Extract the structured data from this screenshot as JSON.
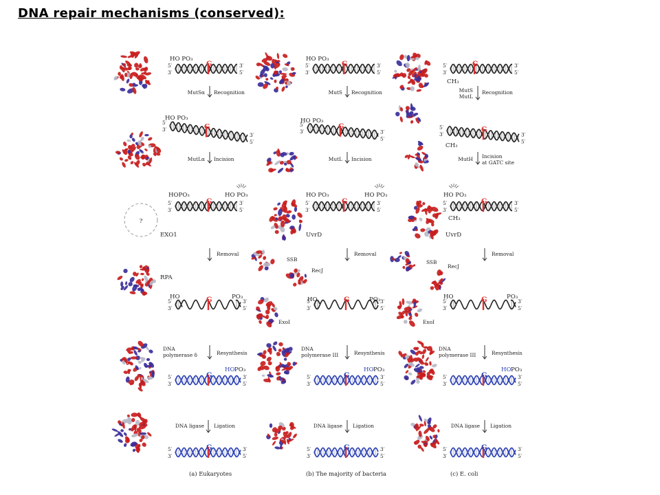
{
  "slide": {
    "title": "DNA repair mechanisms (conserved):"
  },
  "figure": {
    "captions": [
      "(a) Eukaryotes",
      "(b) The majority of bacteria",
      "(c) E. coli"
    ],
    "strand_ends": {
      "five_prime": "5′",
      "three_prime": "3′"
    },
    "mismatch_base": "G",
    "chem": {
      "ho": "HO",
      "po3": "PO₃",
      "hopo3": "HOPO₃",
      "ch3": "CH₃",
      "unknown": "?"
    },
    "steps": {
      "recognition": "Recognition",
      "incision": "Incision",
      "incision_gatc": [
        "Incision",
        "at GATC site"
      ],
      "removal": "Removal",
      "resynthesis": "Resynthesis",
      "ligation": "Ligation"
    },
    "proteins": {
      "a": {
        "recognition": "MutSα",
        "incision": "MutLα",
        "exo": "EXO1",
        "rpa": "RPA",
        "polymerase": [
          "DNA",
          "polymerase δ"
        ],
        "ligase": "DNA ligase"
      },
      "b": {
        "recognition": "MutS",
        "incision": "MutL",
        "helicase": "UvrD",
        "ssb": "SSB",
        "recj": "RecJ",
        "exo": "ExoI",
        "polymerase": [
          "DNA",
          "polymerase III"
        ],
        "ligase": "DNA ligase"
      },
      "c": {
        "recognition": [
          "MutS",
          "MutL"
        ],
        "incision": "MutH",
        "helicase": "UvrD",
        "ssb": "SSB",
        "recj": "RecJ",
        "exo": "ExoI",
        "polymerase": [
          "DNA",
          "polymerase III"
        ],
        "ligase": "DNA ligase"
      }
    }
  },
  "colors": {
    "protein_red": "#c81e1e",
    "protein_blue": "#3b2f9a",
    "dna_black": "#222222",
    "dna_blue": "#2a3fb0",
    "mismatch_red": "#e03030"
  }
}
